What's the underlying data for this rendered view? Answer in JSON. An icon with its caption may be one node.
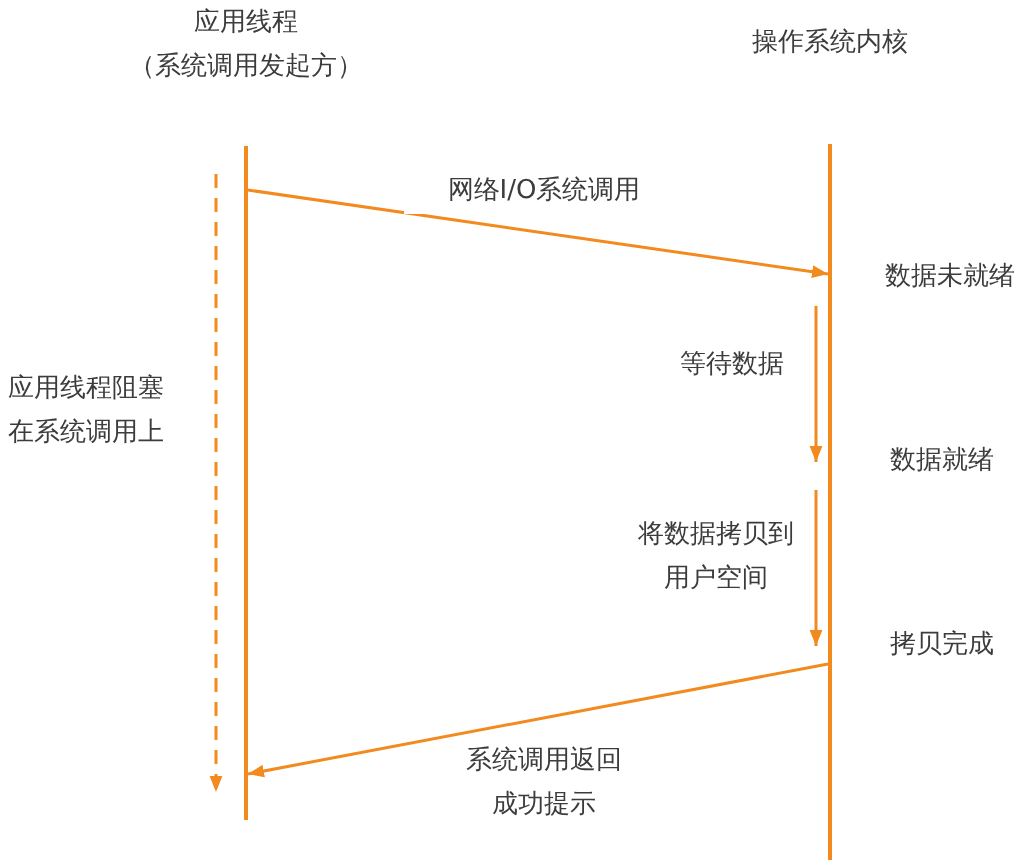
{
  "diagram": {
    "nodes": [
      {
        "text": [
          "应用线程（系统调用发起方）"
        ],
        "beside": [
          "应用线程阻塞在系统调用上"
        ]
      },
      {
        "text": [
          "操作系统内核"
        ],
        "beside": [
          "数据未就绪",
          "数据就绪",
          "拷贝完成"
        ]
      }
    ],
    "edges": [
      {
        "from": 0,
        "to": 1,
        "arrow": "to",
        "label": "网络I/O系统调用"
      },
      {
        "from": 1,
        "to": 0,
        "arrow": "to",
        "label": "系统调用返回成功提示"
      }
    ],
    "labels": [
      "等待数据",
      "将数据拷贝到用户空间"
    ]
  }
}
